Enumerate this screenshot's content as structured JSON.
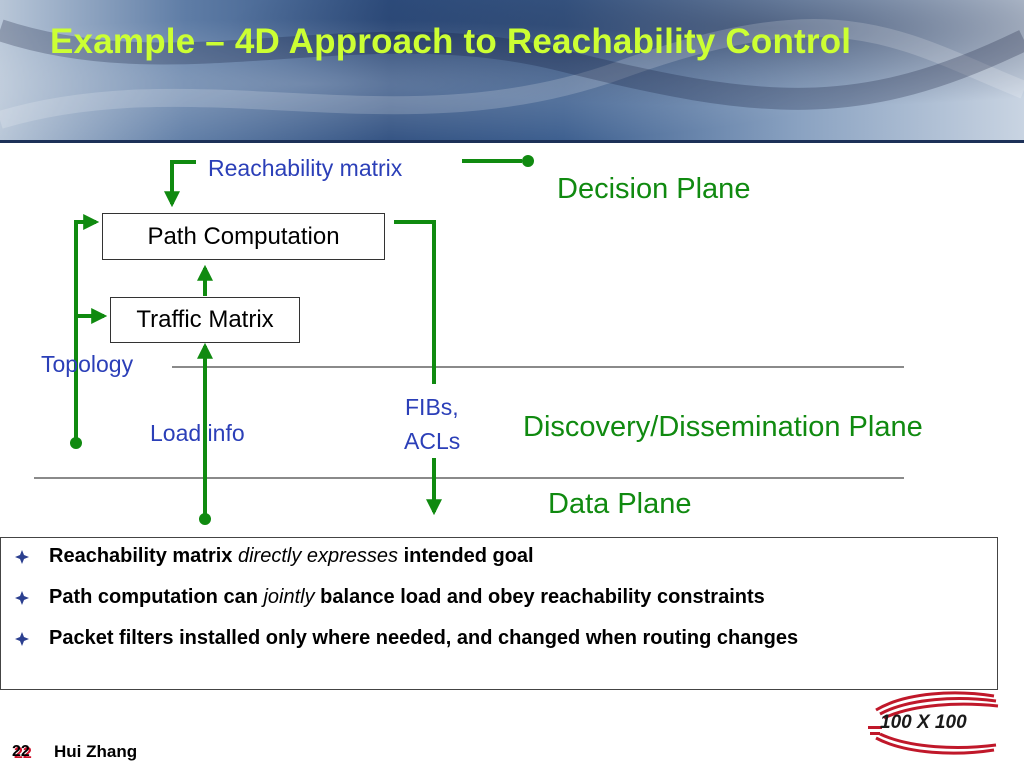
{
  "slide": {
    "title": "Example – 4D Approach to Reachability Control",
    "page_number": "22",
    "author": "Hui Zhang",
    "logo_text": "100 X 100"
  },
  "diagram": {
    "reachability_matrix": "Reachability matrix",
    "path_computation": "Path Computation",
    "traffic_matrix": "Traffic Matrix",
    "topology": "Topology",
    "load_info": "Load info",
    "fibs_line1": "FIBs,",
    "fibs_line2": "ACLs",
    "decision_plane": "Decision Plane",
    "discovery_plane": "Discovery/Dissemination Plane",
    "data_plane": "Data Plane"
  },
  "bullets": [
    {
      "pre": "Reachability matrix ",
      "em": "directly expresses",
      "post": " intended goal"
    },
    {
      "pre": "Path computation can ",
      "em": "jointly",
      "post": " balance load and obey reachability constraints"
    },
    {
      "pre": "Packet filters installed only where needed, and changed when routing changes",
      "em": "",
      "post": ""
    }
  ],
  "colors": {
    "title": "#ccff33",
    "arrow_green": "#108a10",
    "label_blue": "#2b3fb8",
    "plane_green": "#108a10"
  }
}
